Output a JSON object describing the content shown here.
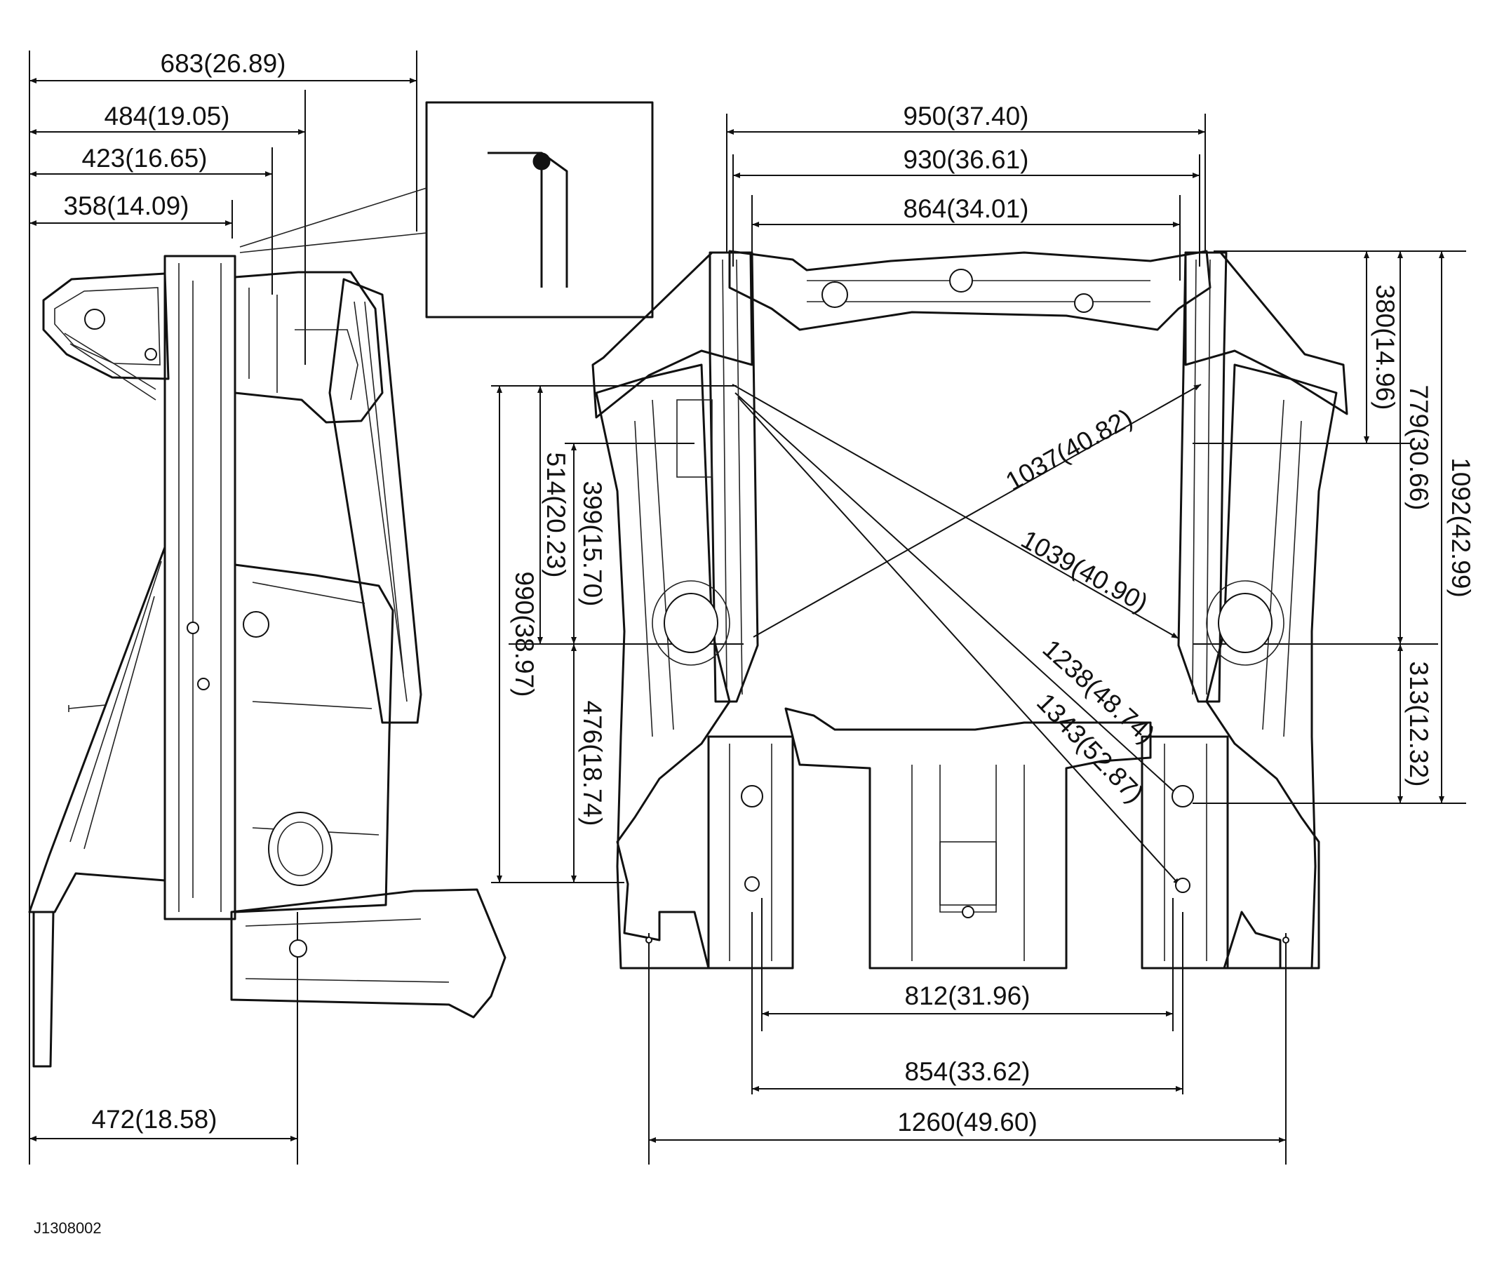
{
  "figure_id": "J1308002",
  "side_view": {
    "top_dims": [
      "683(26.89)",
      "484(19.05)",
      "423(16.65)",
      "358(14.09)"
    ],
    "bottom_dim": "472(18.58)"
  },
  "plan_view": {
    "top_dims": [
      "950(37.40)",
      "930(36.61)",
      "864(34.01)"
    ],
    "left_dims": [
      "990(38.97)",
      "514(20.23)",
      "399(15.70)",
      "476(18.74)"
    ],
    "right_dims": [
      "380(14.96)",
      "779(30.66)",
      "1092(42.99)",
      "313(12.32)"
    ],
    "diagonal_dims": [
      "1037(40.82)",
      "1039(40.90)",
      "1238(48.74)",
      "1343(52.87)"
    ],
    "bottom_dims": [
      "812(31.96)",
      "854(33.62)",
      "1260(49.60)"
    ]
  }
}
